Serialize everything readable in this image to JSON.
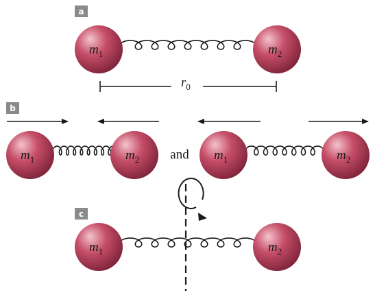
{
  "panels": {
    "a": {
      "label": "a"
    },
    "b": {
      "label": "b"
    },
    "c": {
      "label": "c"
    }
  },
  "masses": {
    "m1": {
      "symbol": "m",
      "subscript": "1"
    },
    "m2": {
      "symbol": "m",
      "subscript": "2"
    }
  },
  "separation": {
    "symbol": "r",
    "subscript": "0"
  },
  "conjunction": "and",
  "colors": {
    "mass_fill": "#c64e68",
    "mass_highlight": "#f3c3cd",
    "mass_shadow": "#7c2238",
    "label_bg": "#8a8a8a",
    "ink": "#1a1a1a"
  },
  "icons": [
    "rotation-arrow-icon",
    "right-arrow-icon",
    "left-arrow-icon"
  ]
}
